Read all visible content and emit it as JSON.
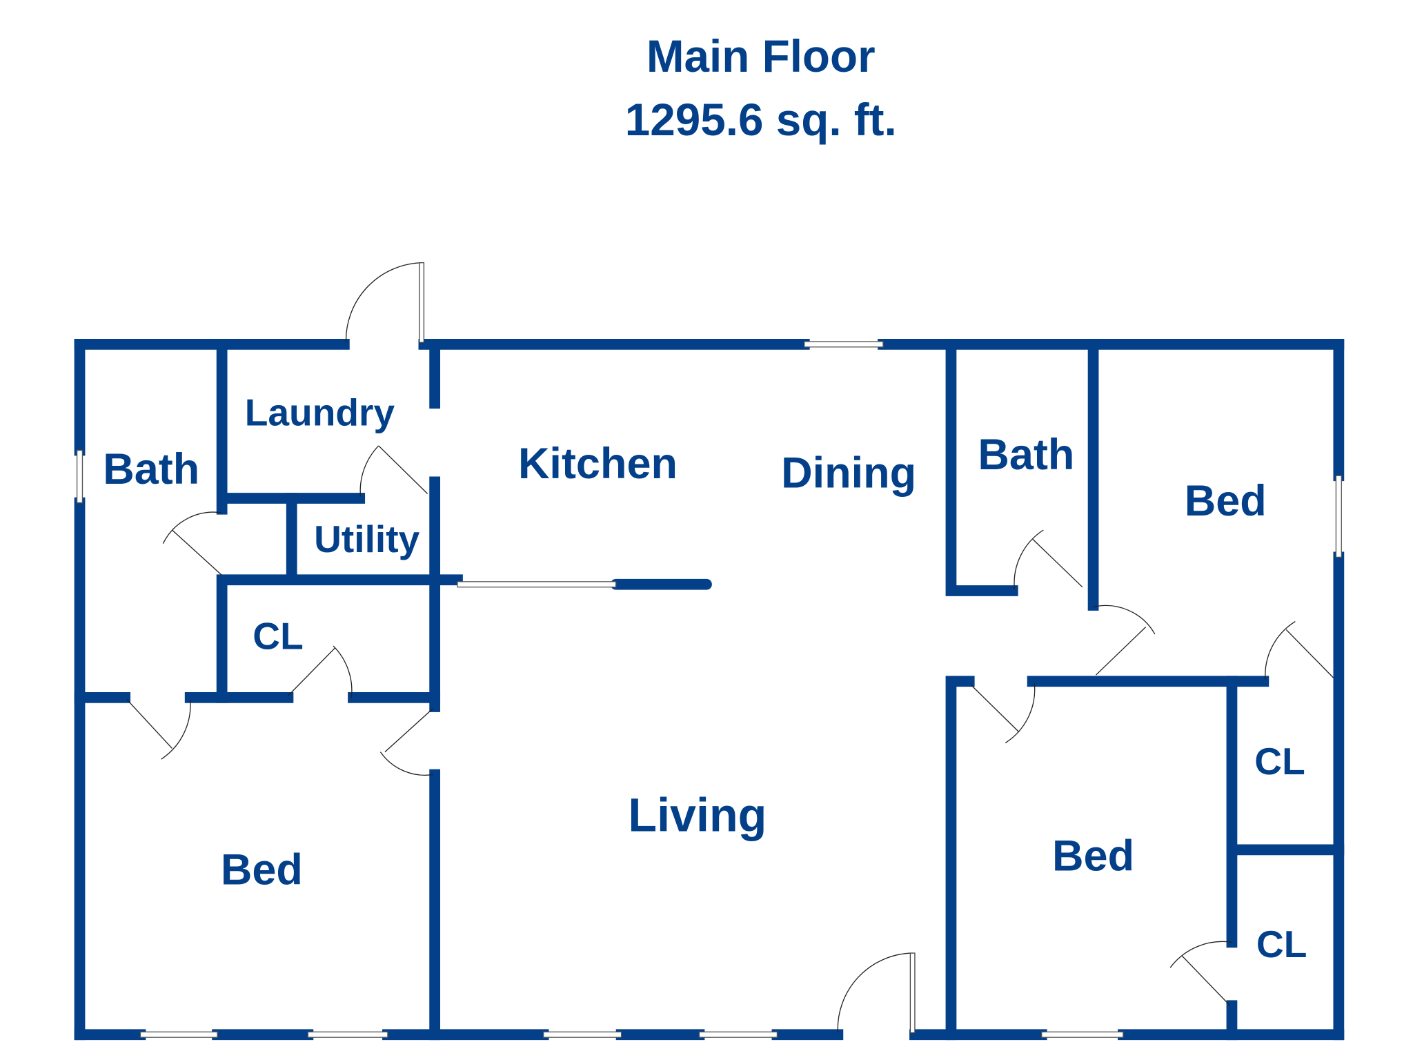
{
  "title": {
    "line1": "Main Floor",
    "line2": "1295.6 sq. ft."
  },
  "colors": {
    "wall": "#034089",
    "text": "#034089",
    "background": "#ffffff"
  },
  "rooms": {
    "laundry": "Laundry",
    "bath_left": "Bath",
    "utility": "Utility",
    "kitchen": "Kitchen",
    "dining": "Dining",
    "bath_right": "Bath",
    "bed_right_top": "Bed",
    "closet_left": "CL",
    "living": "Living",
    "bed_left": "Bed",
    "bed_right_bottom": "Bed",
    "closet_right_top": "CL",
    "closet_right_bottom": "CL"
  }
}
